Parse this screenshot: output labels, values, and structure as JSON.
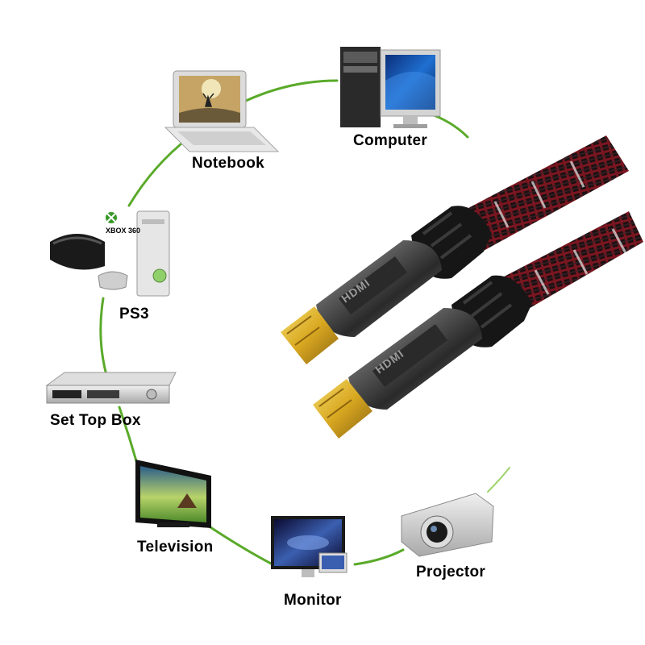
{
  "devices": {
    "computer": "Computer",
    "notebook": "Notebook",
    "ps3": "PS3",
    "xbox_logo": "XBOX 360",
    "set_top_box": "Set Top Box",
    "television": "Television",
    "monitor": "Monitor",
    "projector": "Projector"
  },
  "cable": {
    "logo_text": "HDMI"
  },
  "colors": {
    "ring": "#5aaa2a",
    "connector_gold": "#d8a821",
    "braid_red": "#8a1a22"
  }
}
